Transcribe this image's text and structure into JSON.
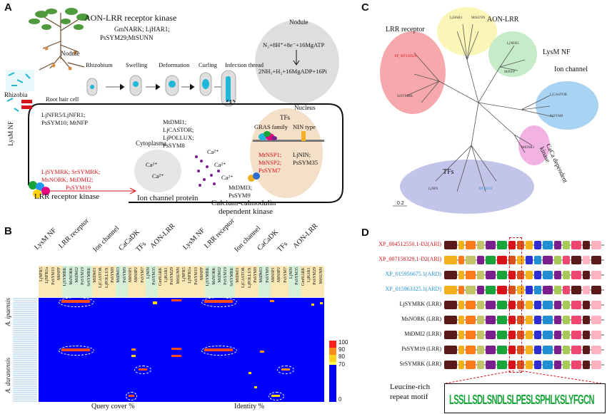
{
  "panels": {
    "a": "A",
    "b": "B",
    "c": "C",
    "d": "D"
  },
  "panelA": {
    "aon_title": "AON-LRR receptor kinase",
    "aon_genes_1": "GmNARK; LjHAR1;",
    "aon_genes_2": "PsSYM29;MtSUNN",
    "nodule_label": "Nodule",
    "nodule_box_title": "Nodule",
    "eq_top": "N₂+8H⁺+8e⁻+16MgATP",
    "eq_bottom": "2NH₃+H₂+16MgADP+16Pi",
    "stages": [
      "Rhizobium",
      "Swelling",
      "Deformation",
      "Curling",
      "Infection thread"
    ],
    "root_hair": "Root hair cell",
    "rhizobia": "Rhizobia",
    "lysm_nf": "LysM NF",
    "nfr_genes": [
      "LjNFR5/LjNFR1;",
      "PsSYM10; MtNFP"
    ],
    "lrr_genes_1": "LjSYMRK; SrSYMRK;",
    "lrr_genes_2": "MsNORK; MtDMI2;",
    "lrr_genes_3": "PsSYM19",
    "lrr_title": "LRR receptor kinase",
    "cytoplasma": "Cytoplasma",
    "ca": "Ca²⁺",
    "ion_genes": [
      "MtDMI1;",
      "LjCASTOR;",
      "LjPOLLUX;",
      "PsSYM8"
    ],
    "ion_title": "Ion channel protein",
    "ccamk_genes": [
      "MtDMI3;",
      "PsSYM9"
    ],
    "ccamk_title_1": "Calcium-calmodulin",
    "ccamk_title_2": "dependent kinase",
    "nucleus": "Nucleus",
    "tfs": "TFs",
    "gras": "GRAS family",
    "nin_type": "NIN type",
    "gras_genes": [
      "MtNSP1;",
      "MtNSP2;",
      "PsSYM7"
    ],
    "nin_genes": [
      "LjNIN;",
      "PsSYM35"
    ]
  },
  "panelB": {
    "groups": [
      "LysM NF",
      "LRR receptor",
      "Ion channel",
      "CaCaDK",
      "TFs",
      "AON-LRR"
    ],
    "columns": [
      "LjNFR5",
      "LjNFR1a",
      "PsSYM10",
      "MtNFP",
      "LjSYMRK",
      "MsNORK",
      "MtDMI2",
      "PsSYM19",
      "SrSYMRK",
      "MtDMI1",
      "LjCASTOR",
      "LjPOLLUX",
      "PsSYM8",
      "MtDMI3",
      "PsSYM9",
      "MtNSP1",
      "MtNSP2",
      "PsSYM7",
      "LjNIN",
      "PsSYM35",
      "GmNARK",
      "LjHAR1",
      "PsSYM29",
      "MtSUNN"
    ],
    "species": [
      "A. ipaensis",
      "A. duranensis"
    ],
    "xlabel_left": "Query cover %",
    "xlabel_right": "Identity %",
    "scale_ticks": [
      "100",
      "90",
      "80",
      "70",
      "0"
    ],
    "scale_colors": [
      "#ff2020",
      "#ff8c1a",
      "#ffd21a",
      "#ffff55",
      "#0000ff"
    ]
  },
  "panelC": {
    "clades": [
      "AON-LRR",
      "LysM NF",
      "LRR receptor",
      "Ion channel",
      "CaCa dependent kinase",
      "TFs"
    ],
    "clade_colors": [
      "#fbf6b8",
      "#c6ebc9",
      "#f7a8ad",
      "#a9d3f2",
      "#f2b3e3",
      "#c3c4ea"
    ],
    "scale_bar": "0.2"
  },
  "panelD": {
    "rows": [
      {
        "label": "XP_004512550.1-D2(ARI)",
        "color": "#d8141b"
      },
      {
        "label": "XP_007158329.1-D2(ARI)",
        "color": "#d8141b"
      },
      {
        "label": "XP_015956675.1(ARD)",
        "color": "#1f8fd1"
      },
      {
        "label": "XP_015963325.1(ARD)",
        "color": "#1f8fd1"
      },
      {
        "label": "LjSYMRK (LRR)",
        "color": "#111111"
      },
      {
        "label": "MsNORK (LRR)",
        "color": "#111111"
      },
      {
        "label": "MtDMI2 (LRR)",
        "color": "#111111"
      },
      {
        "label": "PsSYM19 (LRR)",
        "color": "#111111"
      },
      {
        "label": "SrSYMRK (LRR)",
        "color": "#111111"
      }
    ],
    "motif_label_1": "Leucine-rich",
    "motif_label_2": "repeat motif",
    "motif_letters": "LSSLLSDLSNDLSLPESLSPHLKSLYFGCN"
  }
}
